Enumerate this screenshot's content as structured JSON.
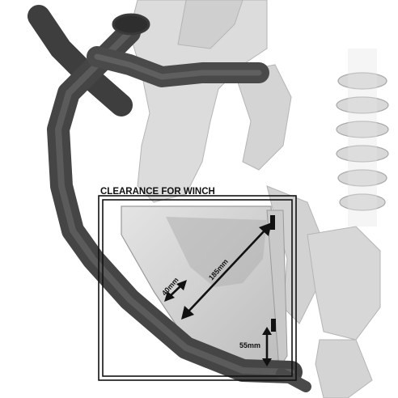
{
  "diagram": {
    "title": "CLEARANCE FOR WINCH",
    "dimensions": {
      "diagonal": "185mm",
      "side": "40mm",
      "vertical": "55mm"
    }
  },
  "colors": {
    "tube_dark": "#4a4a4a",
    "tube_light": "#777777",
    "engine_gray": "#d9d9d9",
    "frame_line": "#111111",
    "background": "#ffffff"
  }
}
